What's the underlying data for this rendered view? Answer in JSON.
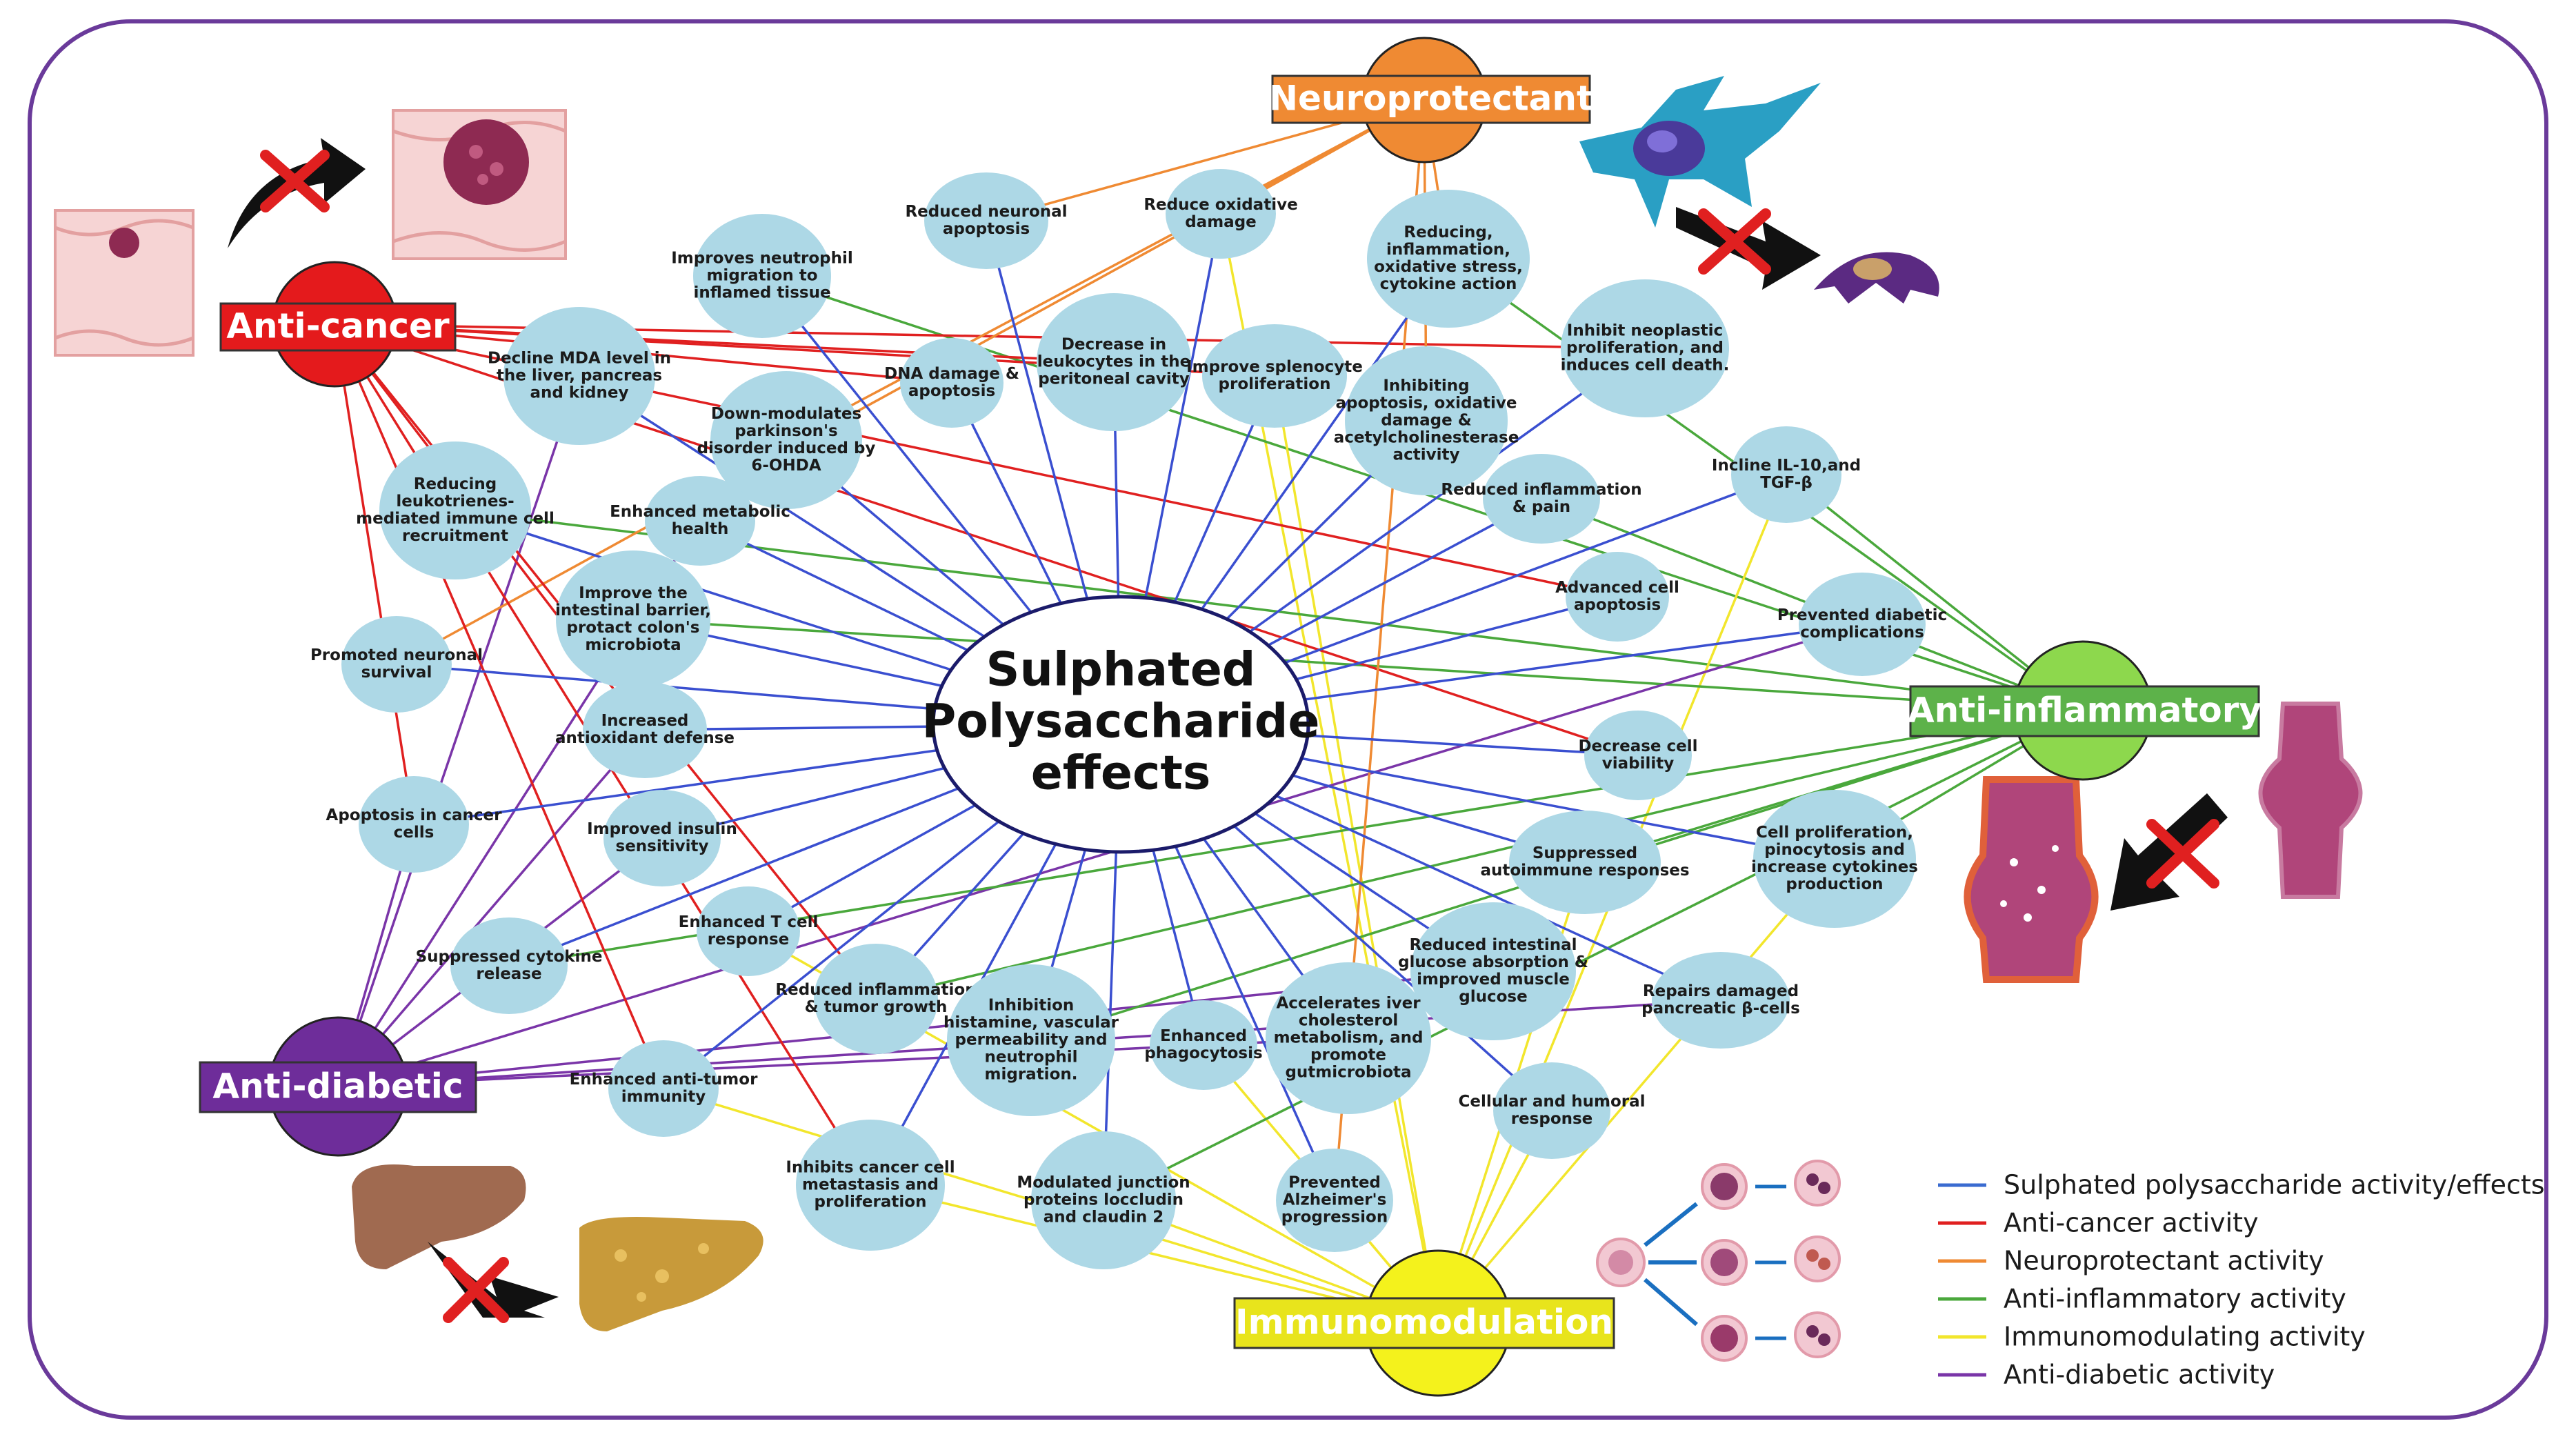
{
  "center": {
    "lines": [
      "Sulphated",
      "Polysaccharide",
      "effects"
    ]
  },
  "colors": {
    "sp": "#3a4fd0",
    "anticancer": "#e02020",
    "neuro": "#ef8a33",
    "antiinflam": "#4aa83c",
    "immuno": "#f2e62c",
    "antidiabetic": "#7a35a8",
    "node_fill": "#add8e6",
    "frame": "#6a3a9a"
  },
  "categories": [
    {
      "id": "anticancer",
      "label": "Anti-cancer",
      "text_color": "#ffffff",
      "box_fill": "#e41a1c",
      "circle_fill": "#e41a1c"
    },
    {
      "id": "neuro",
      "label": "Neuroprotectant",
      "text_color": "#ffffff",
      "box_fill": "#ef8a33",
      "circle_fill": "#ef8a33"
    },
    {
      "id": "antiinflam",
      "label": "Anti-inflammatory",
      "text_color": "#ffffff",
      "box_fill": "#5db24a",
      "circle_fill": "#8dd84d"
    },
    {
      "id": "antidiabetic",
      "label": "Anti-diabetic",
      "text_color": "#ffffff",
      "box_fill": "#6e2d9a",
      "circle_fill": "#6e2d9a"
    },
    {
      "id": "immuno",
      "label": "Immunomodulation",
      "text_color": "#ffffff",
      "box_fill": "#e8e41c",
      "circle_fill": "#f4f21c"
    }
  ],
  "effects": [
    {
      "id": "reduced-neuronal-apoptosis",
      "lines": [
        "Reduced neuronal",
        "apoptosis"
      ],
      "cats": [
        "neuro"
      ]
    },
    {
      "id": "reduce-oxidative-damage",
      "lines": [
        "Reduce oxidative",
        "damage"
      ],
      "cats": [
        "neuro",
        "immuno"
      ]
    },
    {
      "id": "reducing-inflammation-oxidative",
      "lines": [
        "Reducing,",
        "inflammation,",
        "oxidative stress,",
        "cytokine action"
      ],
      "cats": [
        "neuro",
        "antiinflam"
      ]
    },
    {
      "id": "improves-neutrophil-migration",
      "lines": [
        "Improves neutrophil",
        "migration to",
        "inflamed tissue"
      ],
      "cats": [
        "antiinflam"
      ]
    },
    {
      "id": "inhibit-neoplastic-proliferation",
      "lines": [
        "Inhibit neoplastic",
        "proliferation, and",
        "induces cell death."
      ],
      "cats": [
        "anticancer"
      ]
    },
    {
      "id": "decline-mda-level",
      "lines": [
        "Decline MDA level in",
        "the liver, pancreas",
        "and kidney"
      ],
      "cats": [
        "antidiabetic"
      ]
    },
    {
      "id": "dna-damage-apoptosis",
      "lines": [
        "DNA damage &",
        "apoptosis"
      ],
      "cats": [
        "anticancer"
      ]
    },
    {
      "id": "decrease-in-leukocytes",
      "lines": [
        "Decrease in",
        "leukocytes in the",
        "peritoneal cavity"
      ],
      "cats": [
        "anticancer"
      ]
    },
    {
      "id": "improve-splenocyte-proliferation",
      "lines": [
        "Improve splenocyte",
        "proliferation"
      ],
      "cats": [
        "immuno",
        "anticancer"
      ]
    },
    {
      "id": "inhibiting-apoptosis-oxidative",
      "lines": [
        "Inhibiting",
        "apoptosis, oxidative",
        "damage &",
        "acetylcholinesterase",
        "activity"
      ],
      "cats": [
        "neuro"
      ]
    },
    {
      "id": "down-modulates-parkinsons",
      "lines": [
        "Down-modulates",
        "parkinson's",
        "disorder induced by",
        "6-OHDA"
      ],
      "cats": [
        "neuro"
      ]
    },
    {
      "id": "reducing-leukotrienes",
      "lines": [
        "Reducing",
        "leukotrienes-",
        "mediated immune cell",
        "recruitment"
      ],
      "cats": [
        "antiinflam"
      ]
    },
    {
      "id": "enhanced-metabolic-health",
      "lines": [
        "Enhanced metabolic",
        "health"
      ],
      "cats": [
        "antidiabetic"
      ]
    },
    {
      "id": "reduced-inflammation-pain",
      "lines": [
        "Reduced inflammation",
        "& pain"
      ],
      "cats": [
        "antiinflam"
      ]
    },
    {
      "id": "incline-il10-tgfb",
      "lines": [
        "Incline IL-10,and",
        "TGF-β"
      ],
      "cats": [
        "antiinflam",
        "immuno"
      ]
    },
    {
      "id": "improve-intestinal-barrier",
      "lines": [
        "Improve the",
        "intestinal barrier,",
        "protact colon's",
        "microbiota"
      ],
      "cats": [
        "antiinflam"
      ]
    },
    {
      "id": "advanced-cell-apoptosis",
      "lines": [
        "Advanced cell",
        "apoptosis"
      ],
      "cats": [
        "anticancer"
      ]
    },
    {
      "id": "prevented-diabetic-complications",
      "lines": [
        "Prevented diabetic",
        "complications"
      ],
      "cats": [
        "antidiabetic"
      ]
    },
    {
      "id": "promoted-neuronal-survival",
      "lines": [
        "Promoted neuronal",
        "survival"
      ],
      "cats": [
        "neuro"
      ]
    },
    {
      "id": "increased-antioxidant-defense",
      "lines": [
        "Increased",
        "antioxidant defense"
      ],
      "cats": [
        "antidiabetic",
        "anticancer"
      ]
    },
    {
      "id": "decrease-cell-viability",
      "lines": [
        "Decrease cell",
        "viability"
      ],
      "cats": [
        "anticancer"
      ]
    },
    {
      "id": "apoptosis-in-cancer-cells",
      "lines": [
        "Apoptosis in cancer",
        "cells"
      ],
      "cats": [
        "anticancer",
        "antidiabetic"
      ]
    },
    {
      "id": "improved-insulin-sensitivity",
      "lines": [
        "Improved insulin",
        "sensitivity"
      ],
      "cats": [
        "antidiabetic"
      ]
    },
    {
      "id": "suppressed-autoimmune-responses",
      "lines": [
        "Suppressed",
        "autoimmune responses"
      ],
      "cats": [
        "immuno",
        "antiinflam"
      ]
    },
    {
      "id": "cell-proliferation-pinocytosis",
      "lines": [
        "Cell proliferation,",
        "pinocytosis and",
        "increase cytokines",
        "production"
      ],
      "cats": [
        "immuno",
        "antiinflam"
      ]
    },
    {
      "id": "enhanced-t-cell-response",
      "lines": [
        "Enhanced T cell",
        "response"
      ],
      "cats": [
        "immuno"
      ]
    },
    {
      "id": "suppressed-cytokine-release",
      "lines": [
        "Suppressed cytokine",
        "release"
      ],
      "cats": [
        "antiinflam"
      ]
    },
    {
      "id": "reduced-intestinal-glucose",
      "lines": [
        "Reduced intestinal",
        "glucose absorption &",
        "improved muscle",
        "glucose"
      ],
      "cats": [
        "antidiabetic"
      ]
    },
    {
      "id": "reduced-inflammation-tumor",
      "lines": [
        "Reduced inflammation",
        "& tumor growth"
      ],
      "cats": [
        "anticancer",
        "antiinflam"
      ]
    },
    {
      "id": "inhibition-histamine",
      "lines": [
        "Inhibition",
        "histamine, vascular",
        "permeability and",
        "neutrophil",
        "migration."
      ],
      "cats": [
        "antiinflam"
      ]
    },
    {
      "id": "enhanced-phagocytosis",
      "lines": [
        "Enhanced",
        "phagocytosis"
      ],
      "cats": [
        "immuno"
      ]
    },
    {
      "id": "accelerates-liver-cholesterol",
      "lines": [
        "Accelerates iver",
        "cholesterol",
        "metabolism, and",
        "promote",
        "gutmicrobiota"
      ],
      "cats": [
        "antidiabetic"
      ]
    },
    {
      "id": "repairs-damaged-pancreatic",
      "lines": [
        "Repairs damaged",
        "pancreatic β-cells"
      ],
      "cats": [
        "antidiabetic"
      ]
    },
    {
      "id": "enhanced-anti-tumor-immunity",
      "lines": [
        "Enhanced anti-tumor",
        "immunity"
      ],
      "cats": [
        "immuno",
        "anticancer"
      ]
    },
    {
      "id": "cellular-humoral-response",
      "lines": [
        "Cellular and humoral",
        "response"
      ],
      "cats": [
        "immuno"
      ]
    },
    {
      "id": "inhibits-cancer-metastasis",
      "lines": [
        "Inhibits cancer cell",
        "metastasis and",
        "proliferation"
      ],
      "cats": [
        "anticancer",
        "immuno"
      ]
    },
    {
      "id": "modulated-junction-proteins",
      "lines": [
        "Modulated junction",
        "proteins loccludin",
        "and claudin 2"
      ],
      "cats": [
        "antiinflam",
        "immuno"
      ]
    },
    {
      "id": "prevented-alzheimers",
      "lines": [
        "Prevented",
        "Alzheimer's",
        "progression"
      ],
      "cats": [
        "neuro",
        "immuno"
      ]
    }
  ],
  "legend": [
    {
      "label": "Sulphated polysaccharide activity/effects",
      "color": "#3a6bd0"
    },
    {
      "label": "Anti-cancer activity",
      "color": "#e02020"
    },
    {
      "label": "Neuroprotectant activity",
      "color": "#ef8a33"
    },
    {
      "label": "Anti-inflammatory activity",
      "color": "#4aa83c"
    },
    {
      "label": "Immunomodulating activity",
      "color": "#f2e62c"
    },
    {
      "label": "Anti-diabetic activity",
      "color": "#7a35a8"
    }
  ],
  "illustrations": [
    {
      "id": "colon-tumor",
      "icon": "colon-tumor-icon"
    },
    {
      "id": "neuron-degeneration",
      "icon": "neuron-icon"
    },
    {
      "id": "inflamed-vessel",
      "icon": "inflamed-vessel-icon"
    },
    {
      "id": "fatty-liver",
      "icon": "liver-icon"
    },
    {
      "id": "immune-cells",
      "icon": "immune-cell-icon"
    }
  ]
}
